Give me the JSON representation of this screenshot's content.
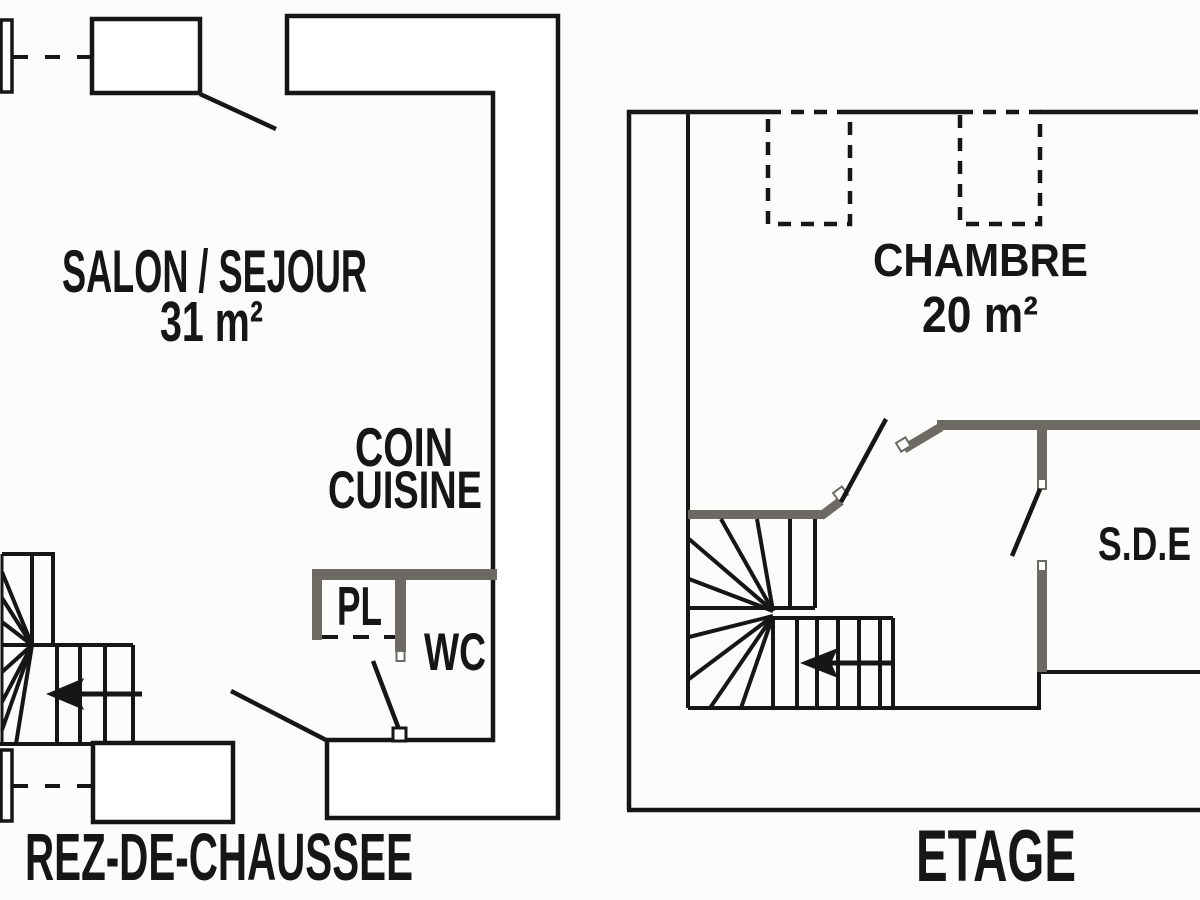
{
  "colors": {
    "paper": "#fcfcfa",
    "ink": "#161616",
    "wall_gray": "#6d6a64"
  },
  "ground_floor": {
    "title": "REZ-DE-CHAUSSEE",
    "living_room_label": "SALON / SEJOUR",
    "living_room_area": "31 m²",
    "kitchen_label_line1": "COIN",
    "kitchen_label_line2": "CUISINE",
    "closet_label": "PL",
    "toilet_label": "WC"
  },
  "upper_floor": {
    "title": "ETAGE",
    "bedroom_label": "CHAMBRE",
    "bedroom_area": "20 m²",
    "bathroom_label": "S.D.E"
  }
}
